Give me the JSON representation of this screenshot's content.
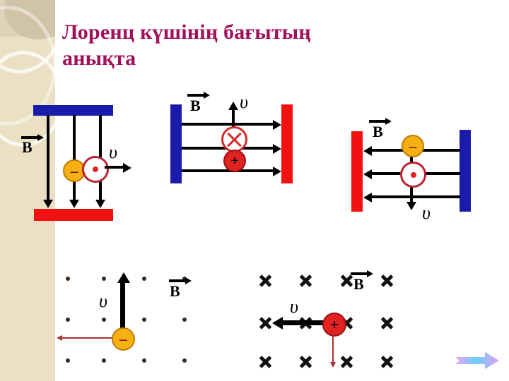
{
  "slide": {
    "title": "Лоренц күшінің бағытың\nанықта",
    "title_color": "#a0105a",
    "background_color": "#ffffff",
    "sidebar_color": "#ece0c4"
  },
  "labels": {
    "B": "B",
    "v": "υ",
    "minus": "–",
    "plus": "+"
  },
  "colors": {
    "blue_plate": "#1b1bab",
    "red_plate": "#f21111",
    "negative_charge": "#f6b012",
    "positive_charge": "#e02222",
    "field_symbol": "#d22b2b",
    "answer_arrow": "#a93030"
  },
  "figures": [
    {
      "id": "figure-1",
      "plates": "blue top, red bottom",
      "field_direction": "down",
      "charge": "negative",
      "field_symbol": "out-of-page-dot",
      "velocity_direction": "right",
      "B_label": "B",
      "v_label": "υ"
    },
    {
      "id": "figure-2",
      "plates": "blue left, red right",
      "field_direction": "right",
      "charge": "positive",
      "field_symbol": "into-page-cross",
      "velocity_direction": "up",
      "B_label": "B",
      "v_label": "υ"
    },
    {
      "id": "figure-3",
      "plates": "red left, blue right",
      "field_direction": "left",
      "charge": "negative",
      "field_symbol": "out-of-page-dot",
      "velocity_direction": "down",
      "B_label": "B",
      "v_label": "υ"
    },
    {
      "id": "figure-4",
      "field_grid": "dots-out-of-page",
      "grid_columns": 4,
      "grid_rows": 3,
      "charge": "negative",
      "velocity_direction": "up",
      "force_arrow_direction": "left",
      "B_label": "B",
      "v_label": "υ"
    },
    {
      "id": "figure-5",
      "field_grid": "crosses-into-page",
      "grid_columns": 4,
      "grid_rows": 3,
      "charge": "positive",
      "velocity_direction": "left",
      "force_arrow_direction": "down",
      "B_label": "B",
      "v_label": "υ"
    }
  ],
  "navigation": {
    "next_label": "next-slide-arrow"
  }
}
